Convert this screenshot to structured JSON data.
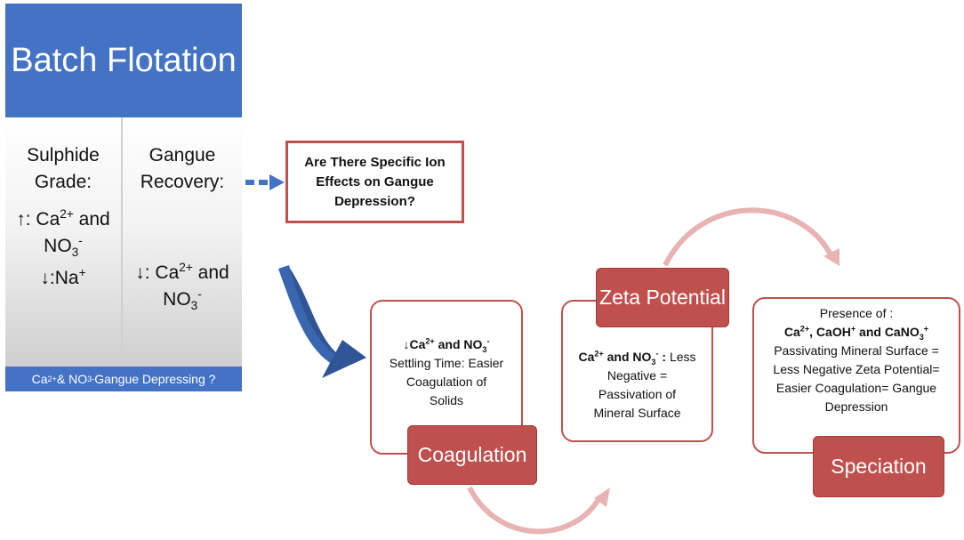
{
  "panel": {
    "title": "Batch Flotation",
    "left_col": {
      "heading1": "Sulphide",
      "heading2": "Grade:",
      "up_arrow": "↑",
      "up_text1": ": Ca",
      "up_sup1": "2+",
      "up_text2": " and",
      "up_line2": "NO",
      "up_sub": "3",
      "up_sup2": "-",
      "down_arrow": "↓",
      "down_text": ":Na",
      "down_sup": "+"
    },
    "right_col": {
      "heading1": "Gangue",
      "heading2": "Recovery:",
      "down_arrow": "↓",
      "down_text1": ": Ca",
      "down_sup1": "2+",
      "down_text2": " and",
      "down_line2": "NO",
      "down_sub": "3",
      "down_sup2": "-"
    },
    "footer": {
      "text1": "Ca",
      "sup1": "2+",
      "text2": " & NO",
      "sub": "3",
      "sup2": "-",
      "text3": " Gangue Depressing ?"
    }
  },
  "question": "Are There Specific Ion Effects on Gangue Depression?",
  "coagulation": {
    "label": "Coagulation",
    "line1_arrow": "↓",
    "line1_a": "Ca",
    "line1_sup1": "2+",
    "line1_b": " and NO",
    "line1_sub": "3",
    "line1_sup2": "-",
    "line2": "Settling Time: Easier",
    "line3": "Coagulation of",
    "line4": "Solids"
  },
  "zeta": {
    "label": "Zeta Potential",
    "line1_a": "Ca",
    "line1_sup1": "2+",
    "line1_b": " and NO",
    "line1_sub": "3",
    "line1_sup2": "-",
    "line1_c": " :",
    "line1_d": " Less",
    "line2": "Negative =",
    "line3": "Passivation of",
    "line4": "Mineral Surface"
  },
  "speciation": {
    "label": "Speciation",
    "line1": "Presence of :",
    "line2_a": "Ca",
    "line2_sup1": "2+",
    "line2_b": ", CaOH",
    "line2_sup2": "+",
    "line2_c": " and CaNO",
    "line2_sub": "3",
    "line2_sup3": "+",
    "line3": "Passivating Mineral Surface =",
    "line4": "Less Negative Zeta Potential=",
    "line5": "Easier Coagulation= Gangue",
    "line6": "Depression"
  },
  "colors": {
    "blue": "#4472c4",
    "red": "#c0504d",
    "pink_arrow": "#e8b3b3",
    "dark_blue_arrow": "#2f5597"
  }
}
